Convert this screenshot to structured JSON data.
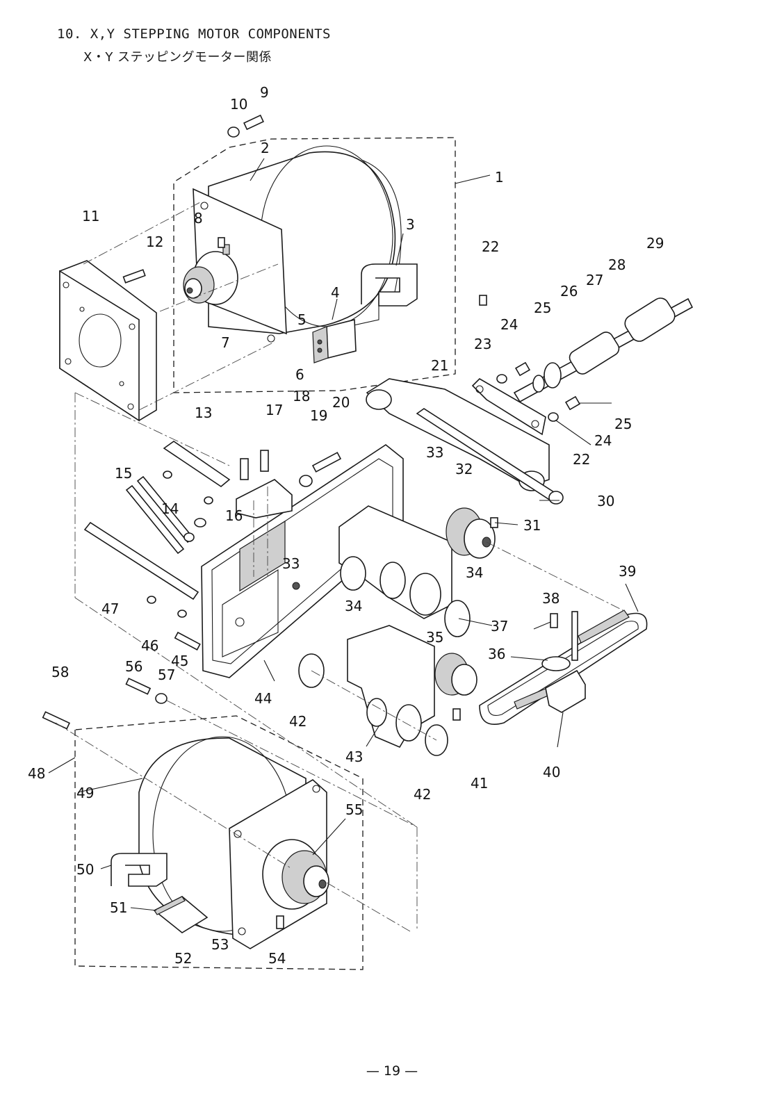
{
  "heading": {
    "title_en": "10. X,Y STEPPING MOTOR COMPONENTS",
    "title_jp": "X・Y ステッピングモーター関係"
  },
  "part_labels": [
    "1",
    "2",
    "3",
    "4",
    "5",
    "6",
    "7",
    "8",
    "9",
    "10",
    "11",
    "12",
    "13",
    "14",
    "15",
    "16",
    "17",
    "18",
    "19",
    "20",
    "21",
    "22",
    "22",
    "23",
    "24",
    "24",
    "25",
    "25",
    "26",
    "27",
    "28",
    "29",
    "30",
    "31",
    "32",
    "33",
    "33",
    "34",
    "34",
    "35",
    "36",
    "37",
    "38",
    "39",
    "40",
    "41",
    "42",
    "42",
    "43",
    "44",
    "45",
    "46",
    "47",
    "48",
    "49",
    "50",
    "51",
    "52",
    "53",
    "54",
    "55",
    "56",
    "57",
    "58"
  ],
  "page_number": "— 19 —"
}
